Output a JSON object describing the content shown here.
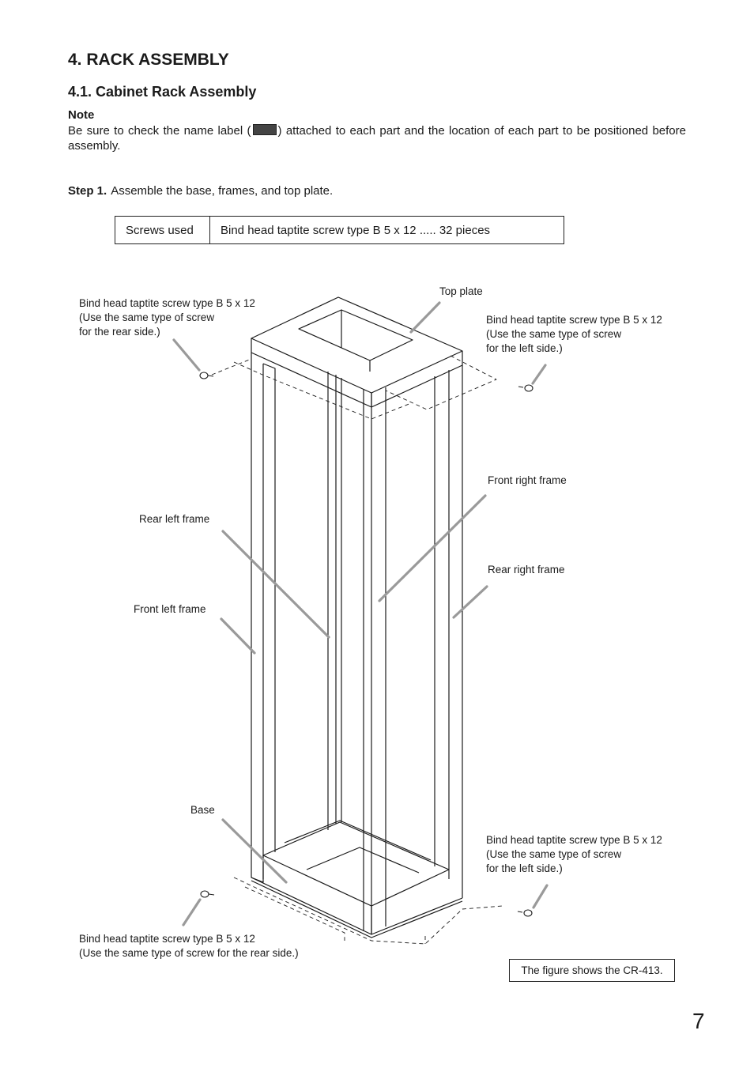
{
  "heading": "4. RACK ASSEMBLY",
  "subheading": "4.1. Cabinet Rack Assembly",
  "note": {
    "title": "Note",
    "text_before": "Be sure to check the name label (",
    "text_after": ") attached to each part and the location of each part to be positioned before assembly."
  },
  "step": {
    "label": "Step 1.",
    "text": "Assemble the base, frames, and top plate."
  },
  "screws_table": {
    "key": "Screws used",
    "value": "Bind head taptite screw type B 5 x 12 ..... 32 pieces"
  },
  "callouts": {
    "screw_top_rear": "Bind head taptite screw type B 5 x 12\n(Use the same type of screw\nfor the rear side.)",
    "top_plate": "Top plate",
    "screw_top_left": "Bind head taptite screw type B 5 x 12\n(Use the same type of screw\nfor the left side.)",
    "front_right_frame": "Front right frame",
    "rear_left_frame": "Rear left frame",
    "rear_right_frame": "Rear right frame",
    "front_left_frame": "Front left frame",
    "base": "Base",
    "screw_bottom_left": "Bind head taptite screw type B 5 x 12\n(Use the same type of screw\nfor the left side.)",
    "screw_bottom_rear": "Bind head taptite screw type B 5 x 12\n(Use the same type of screw for the rear side.)"
  },
  "figure_note": "The figure shows the CR-413.",
  "page_number": "7"
}
